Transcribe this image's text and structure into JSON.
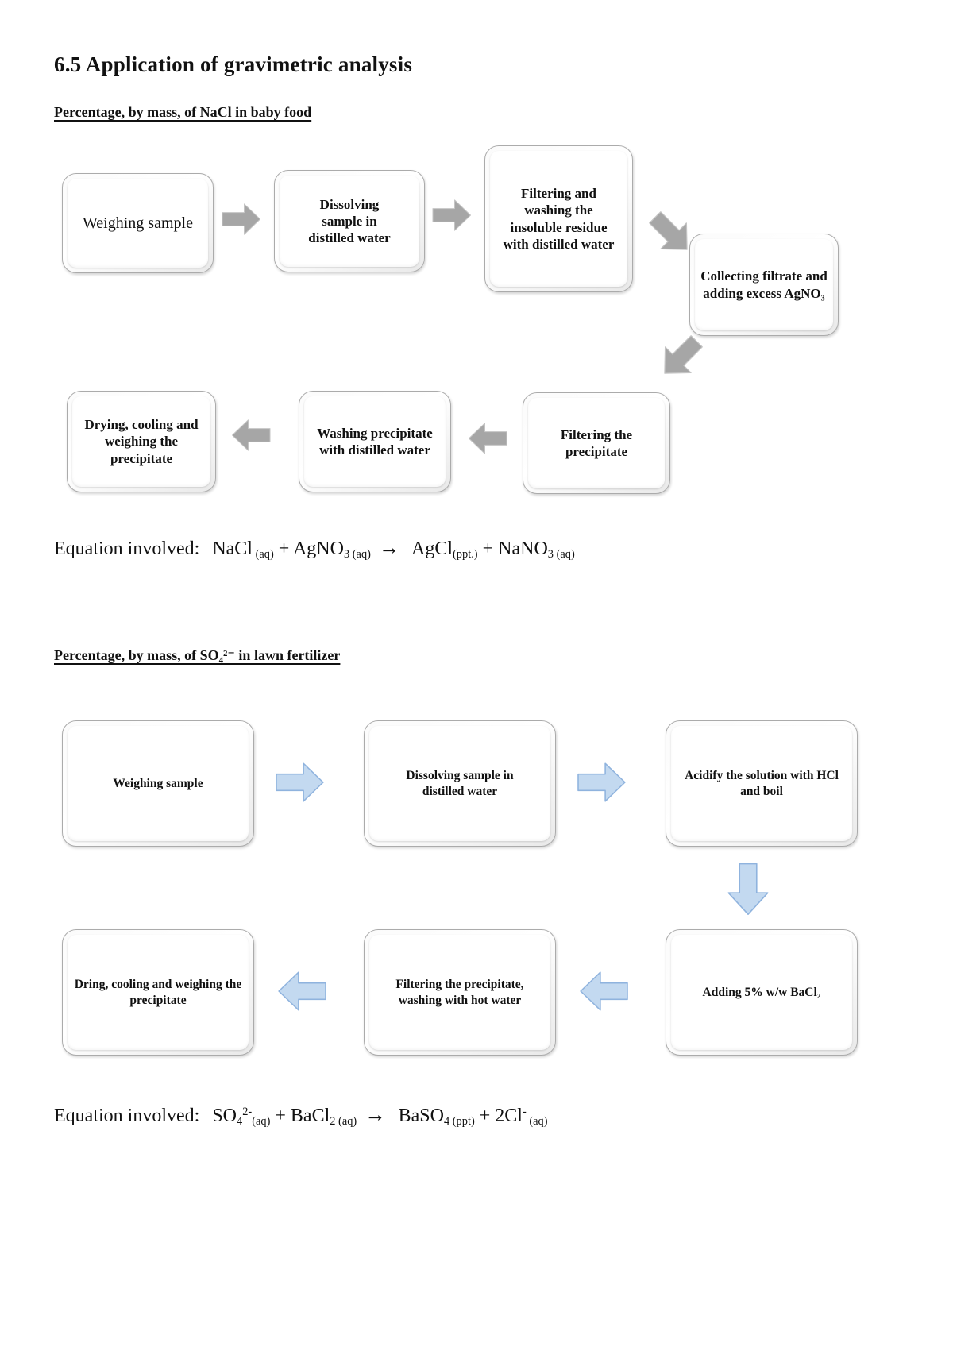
{
  "title": "6.5 Application of gravimetric analysis",
  "section_nacl": {
    "heading": "Percentage, by mass, of NaCl in baby food",
    "boxes": [
      "Weighing sample",
      "Dissolving sample in distilled water",
      "Filtering and washing the insoluble residue with distilled water",
      "Collecting filtrate and adding excess AgNO₃",
      "Filtering the precipitate",
      "Washing precipitate with distilled water",
      "Drying, cooling and weighing the precipitate"
    ],
    "colors": {
      "arrow_fill": "#a6a6a6",
      "arrow_stroke": "#c4c4c4"
    },
    "equation": {
      "label": "Equation involved:",
      "segments": [
        {
          "text": "NaCl",
          "style": "normal"
        },
        {
          "text": " (aq)",
          "style": "sub"
        },
        {
          "text": "  +  ",
          "style": "normal"
        },
        {
          "text": "AgNO",
          "style": "normal"
        },
        {
          "text": "3 (aq)",
          "style": "sub"
        },
        {
          "text": "→",
          "style": "arrow"
        },
        {
          "text": " AgCl",
          "style": "normal"
        },
        {
          "text": "(ppt.)",
          "style": "sub"
        },
        {
          "text": " + ",
          "style": "normal"
        },
        {
          "text": "NaNO",
          "style": "normal"
        },
        {
          "text": "3 (aq)",
          "style": "sub"
        }
      ]
    }
  },
  "section_so4": {
    "heading": "Percentage, by mass, of SO₄²⁻ in lawn fertilizer",
    "boxes": [
      "Weighing sample",
      "Dissolving sample in distilled water",
      "Acidify the solution with HCl and boil",
      "Adding 5% w/w BaCl₂",
      "Filtering the precipitate, washing with hot water",
      "Dring, cooling and weighing the precipitate"
    ],
    "colors": {
      "arrow_fill": "#c3d9f0",
      "arrow_stroke": "#8fb3de"
    },
    "equation": {
      "label": "Equation involved:",
      "segments": [
        {
          "text": "SO",
          "style": "normal"
        },
        {
          "text": "4",
          "style": "sub"
        },
        {
          "text": "2-",
          "style": "sup"
        },
        {
          "text": "(aq)",
          "style": "sub"
        },
        {
          "text": "  +  ",
          "style": "normal"
        },
        {
          "text": "BaCl",
          "style": "normal"
        },
        {
          "text": "2 (aq)",
          "style": "sub"
        },
        {
          "text": "→",
          "style": "arrow"
        },
        {
          "text": " BaSO",
          "style": "normal"
        },
        {
          "text": "4 (ppt)",
          "style": "sub"
        },
        {
          "text": " +  2Cl",
          "style": "normal"
        },
        {
          "text": "-",
          "style": "sup"
        },
        {
          "text": " (aq)",
          "style": "sub"
        }
      ]
    }
  }
}
